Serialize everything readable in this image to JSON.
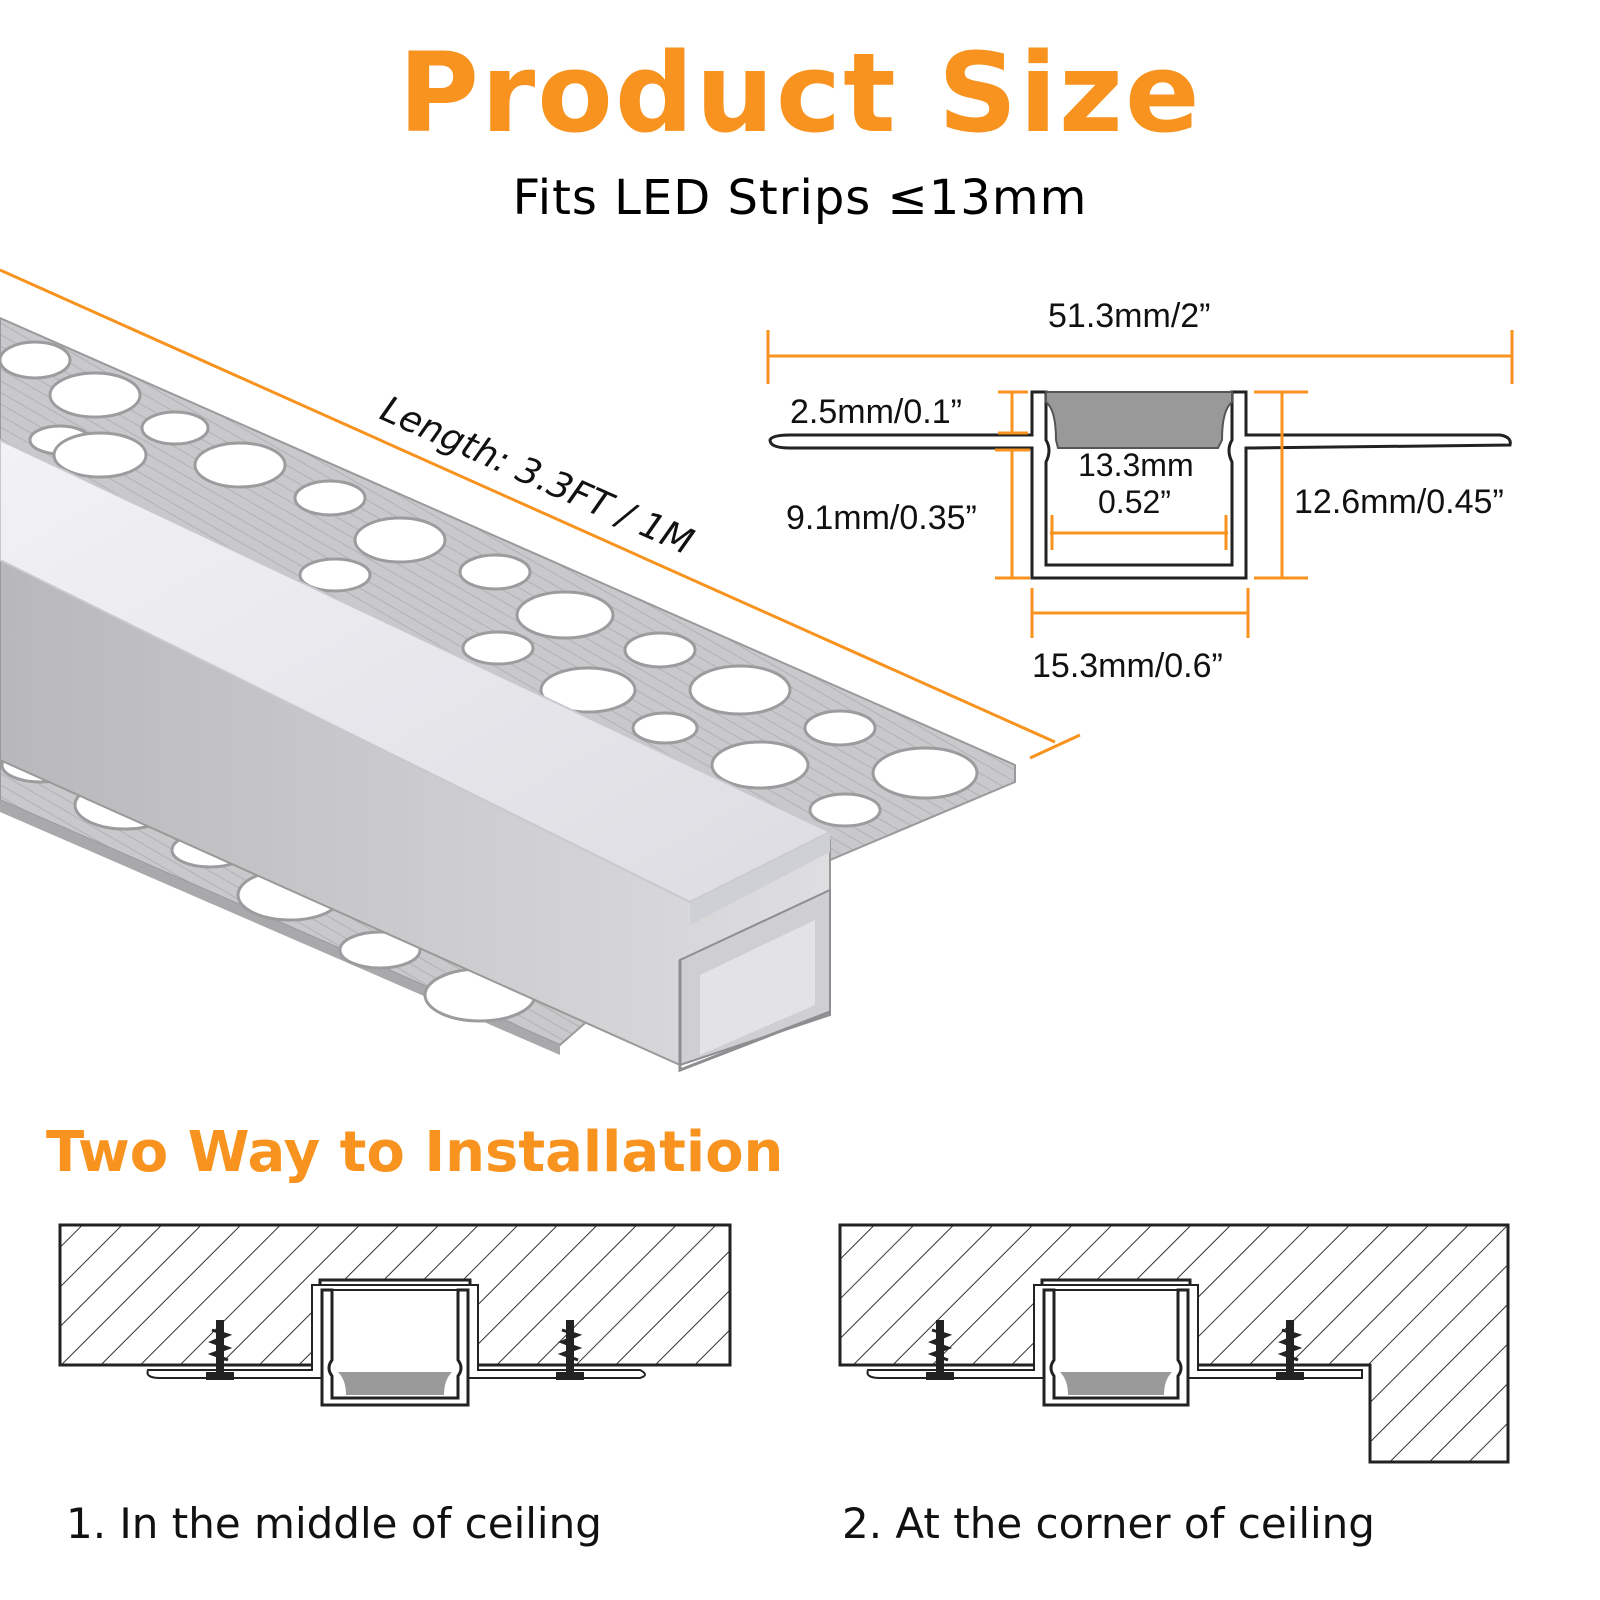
{
  "header": {
    "title": "Product Size",
    "subtitle": "Fits LED Strips ≤13mm"
  },
  "colors": {
    "accent": "#f7931e",
    "outline": "#222222",
    "aluminum": "#c8c8ca",
    "diffuser": "#e9e9ef",
    "strip": "#9a9a9a"
  },
  "profile": {
    "length_label": "Length: 3.3FT / 1M"
  },
  "dimensions": {
    "total_width": "51.3mm/2”",
    "flange_thickness": "2.5mm/0.1”",
    "inner_width_mm": "13.3mm",
    "inner_width_in": "0.52”",
    "inner_depth": "9.1mm/0.35”",
    "outer_depth": "12.6mm/0.45”",
    "outer_width": "15.3mm/0.6”"
  },
  "installation": {
    "title": "Two Way to Installation",
    "options": [
      {
        "label": "1. In the middle of ceiling"
      },
      {
        "label": "2. At the corner of ceiling"
      }
    ]
  }
}
